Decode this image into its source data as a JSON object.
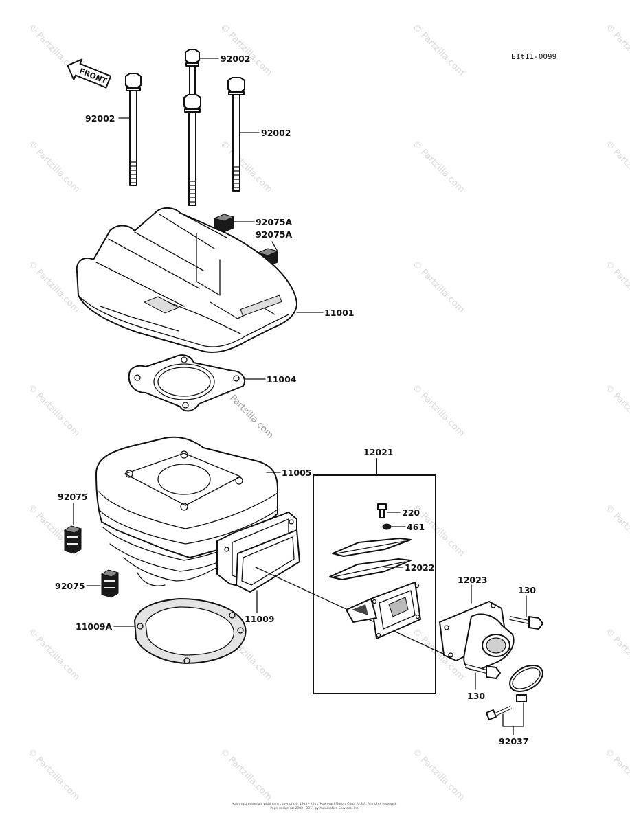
{
  "diagram": {
    "code": "E1t11-0099",
    "front_arrow_text": "FRONT",
    "watermark_text": "© Partzilla.com",
    "part_labels": {
      "p92002_top": "92002",
      "p92002_left": "92002",
      "p92002_right": "92002",
      "p92075A_1": "92075A",
      "p92075A_2": "92075A",
      "p11001": "11001",
      "p11004": "11004",
      "p11005": "11005",
      "p12021": "12021",
      "p220": "220",
      "p461": "461",
      "p12022": "12022",
      "p12023": "12023",
      "p130_a": "130",
      "p130_b": "130",
      "p92075_a": "92075",
      "p92075_b": "92075",
      "p11009": "11009",
      "p11009A": "11009A",
      "p92037": "92037"
    },
    "footer_line1": "Kawasaki materials within are copyright © 1985 - 2011, Kawasaki Motors Corp., U.S.A. All rights reserved.",
    "footer_line2": "Page design (c) 2002 - 2011 by Automotive Services, Inc."
  }
}
